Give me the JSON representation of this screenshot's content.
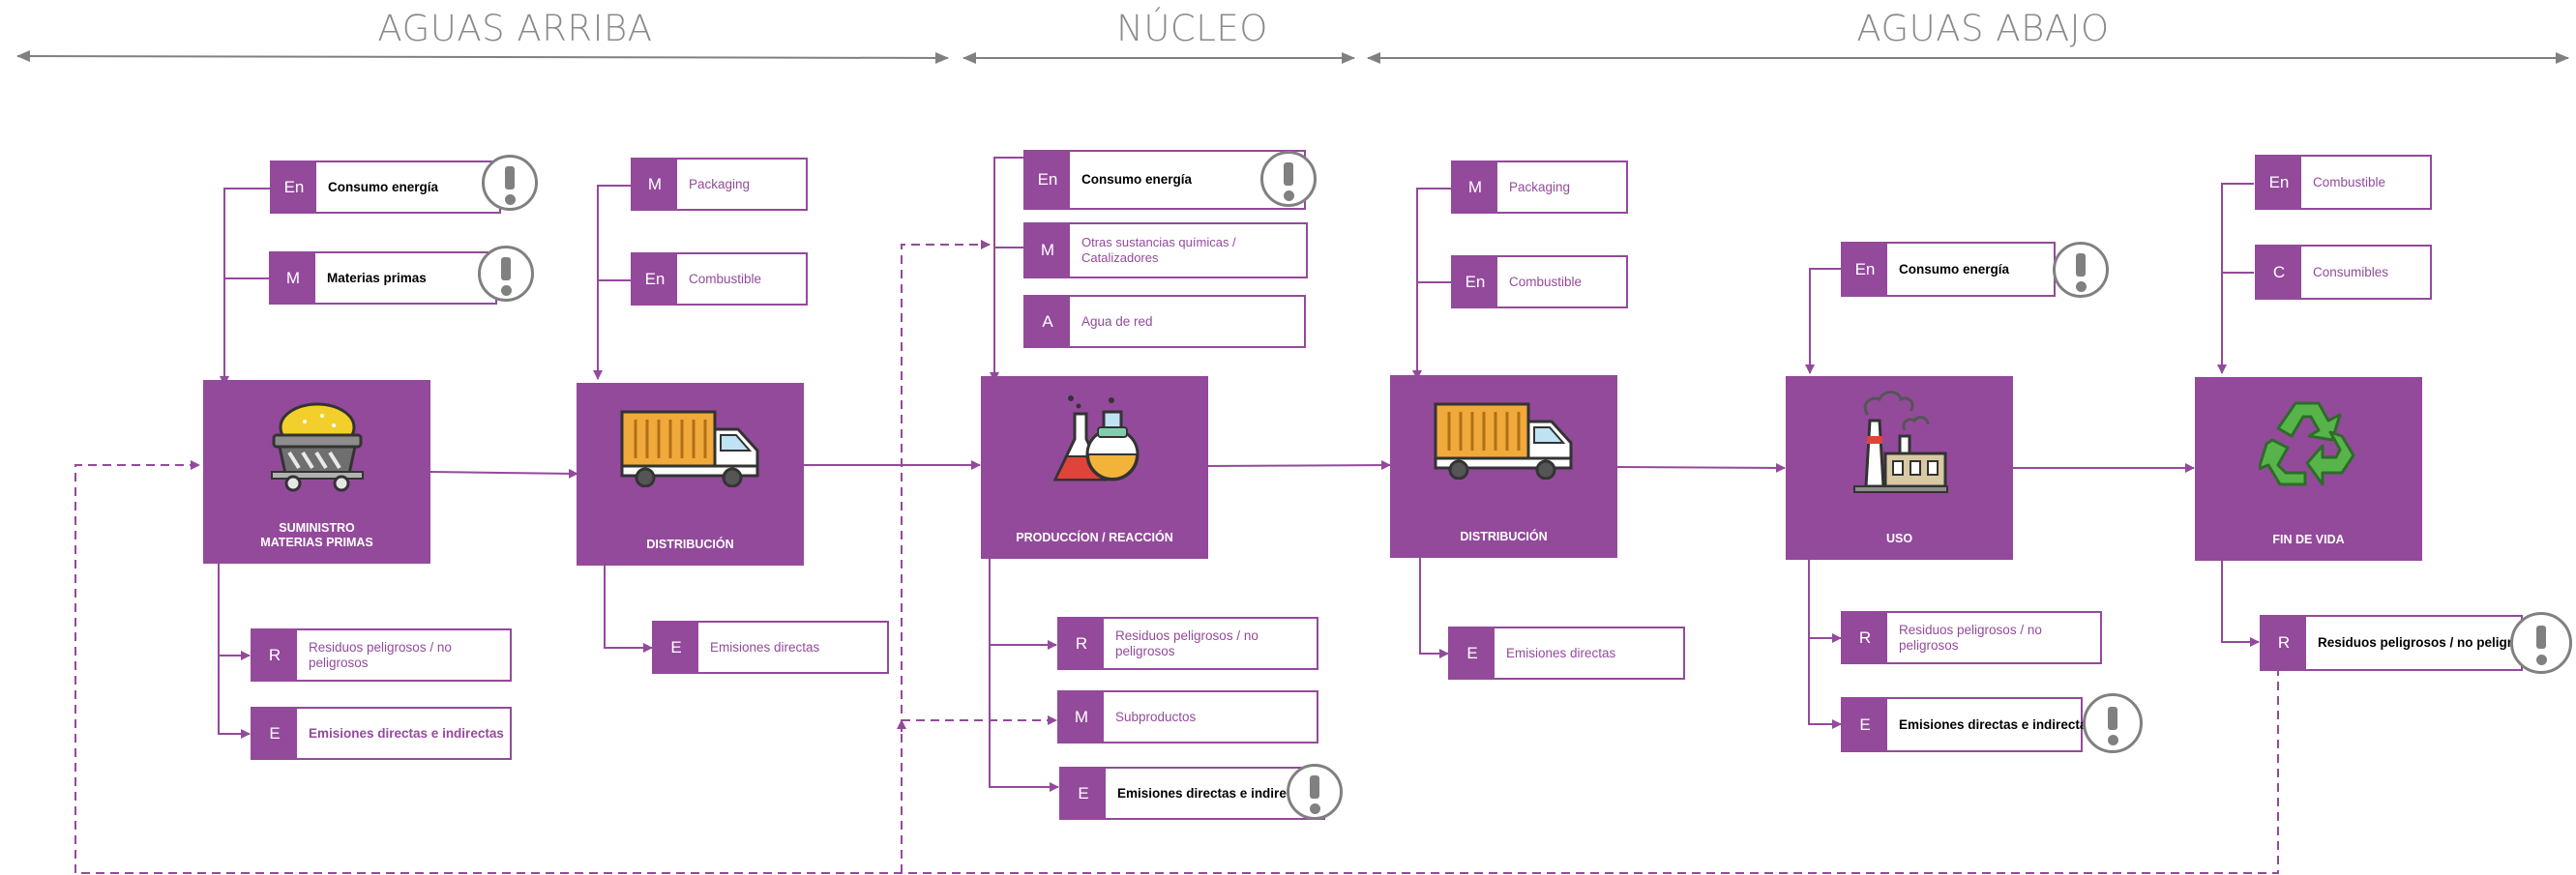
{
  "sections": {
    "upstream": "AGUAS ARRIBA",
    "core": "NÚCLEO",
    "downstream": "AGUAS ABAJO"
  },
  "stages": {
    "supply": "SUMINISTRO\nMATERIAS PRIMAS",
    "distribution_up": "DISTRIBUCIÓN",
    "production": "PRODUCCÍON / REACCIÓN",
    "distribution_down": "DISTRIBUCIÓN",
    "use": "USO",
    "end_of_life": "FIN DE VIDA"
  },
  "chips": {
    "s1_energy": {
      "code": "En",
      "text": "Consumo energía"
    },
    "s1_raw": {
      "code": "M",
      "text": "Materias primas"
    },
    "s1_waste": {
      "code": "R",
      "text": "Residuos peligrosos / no peligrosos"
    },
    "s1_emis": {
      "code": "E",
      "text": "Emisiones directas e indirectas"
    },
    "s2_pack": {
      "code": "M",
      "text": "Packaging"
    },
    "s2_fuel": {
      "code": "En",
      "text": "Combustible"
    },
    "s2_emis": {
      "code": "E",
      "text": "Emisiones directas"
    },
    "s3_energy": {
      "code": "En",
      "text": "Consumo energía"
    },
    "s3_chem": {
      "code": "M",
      "text": "Otras sustancias químicas / Catalizadores"
    },
    "s3_water": {
      "code": "A",
      "text": "Agua de red"
    },
    "s3_waste": {
      "code": "R",
      "text": "Residuos peligrosos / no peligrosos"
    },
    "s3_byprod": {
      "code": "M",
      "text": "Subproductos"
    },
    "s3_emis": {
      "code": "E",
      "text": "Emisiones directas e indirectas"
    },
    "s4_pack": {
      "code": "M",
      "text": "Packaging"
    },
    "s4_fuel": {
      "code": "En",
      "text": "Combustible"
    },
    "s4_emis": {
      "code": "E",
      "text": "Emisiones directas"
    },
    "s5_energy": {
      "code": "En",
      "text": "Consumo energía"
    },
    "s5_waste": {
      "code": "R",
      "text": "Residuos peligrosos / no peligrosos"
    },
    "s5_emis": {
      "code": "E",
      "text": "Emisiones directas e indirectas"
    },
    "s6_fuel": {
      "code": "En",
      "text": "Combustible"
    },
    "s6_cons": {
      "code": "C",
      "text": "Consumibles"
    },
    "s6_waste": {
      "code": "R",
      "text": "Residuos peligrosos / no peligrosos"
    }
  },
  "colors": {
    "accent": "#934a9b",
    "neutral": "#808080"
  },
  "icons": {
    "supply": "mine-cart-icon",
    "distribution": "truck-icon",
    "production": "flask-icon",
    "use": "factory-icon",
    "end_of_life": "recycle-icon",
    "alert": "exclamation-icon"
  }
}
